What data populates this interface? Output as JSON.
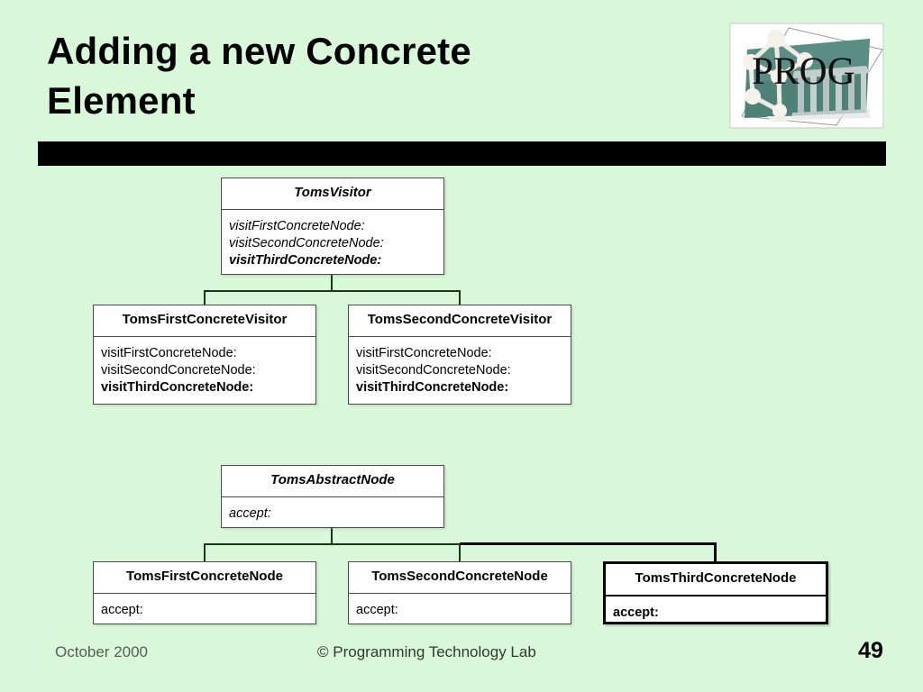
{
  "slide": {
    "title": "Adding a new Concrete\nElement",
    "background_color": "#d9f8d9",
    "divider_color": "#000000"
  },
  "logo": {
    "name": "PROG",
    "text": "PROG",
    "panel_color": "#59867f",
    "frame_color": "#ffffff"
  },
  "diagram": {
    "visitor_hierarchy": {
      "abstract": {
        "title": "TomsVisitor",
        "methods": [
          {
            "text": "visitFirstConcreteNode:",
            "style": "italic"
          },
          {
            "text": "visitSecondConcreteNode:",
            "style": "italic"
          },
          {
            "text": "visitThirdConcreteNode:",
            "style": "bold-italic"
          }
        ]
      },
      "concretes": [
        {
          "title": "TomsFirstConcreteVisitor",
          "methods": [
            {
              "text": "visitFirstConcreteNode:",
              "style": "regular"
            },
            {
              "text": "visitSecondConcreteNode:",
              "style": "regular"
            },
            {
              "text": "visitThirdConcreteNode:",
              "style": "bold"
            }
          ]
        },
        {
          "title": "TomsSecondConcreteVisitor",
          "methods": [
            {
              "text": "visitFirstConcreteNode:",
              "style": "regular"
            },
            {
              "text": "visitSecondConcreteNode:",
              "style": "regular"
            },
            {
              "text": "visitThirdConcreteNode:",
              "style": "bold"
            }
          ]
        }
      ]
    },
    "node_hierarchy": {
      "abstract": {
        "title": "TomsAbstractNode",
        "methods": [
          {
            "text": "accept:",
            "style": "italic"
          }
        ]
      },
      "concretes": [
        {
          "title": "TomsFirstConcreteNode",
          "highlighted": false,
          "methods": [
            {
              "text": "accept:",
              "style": "regular"
            }
          ]
        },
        {
          "title": "TomsSecondConcreteNode",
          "highlighted": false,
          "methods": [
            {
              "text": "accept:",
              "style": "regular"
            }
          ]
        },
        {
          "title": "TomsThirdConcreteNode",
          "highlighted": true,
          "methods": [
            {
              "text": "accept:",
              "style": "bold"
            }
          ]
        }
      ]
    }
  },
  "footer": {
    "date": "October 2000",
    "center": "© Programming Technology Lab",
    "page_number": "49"
  }
}
